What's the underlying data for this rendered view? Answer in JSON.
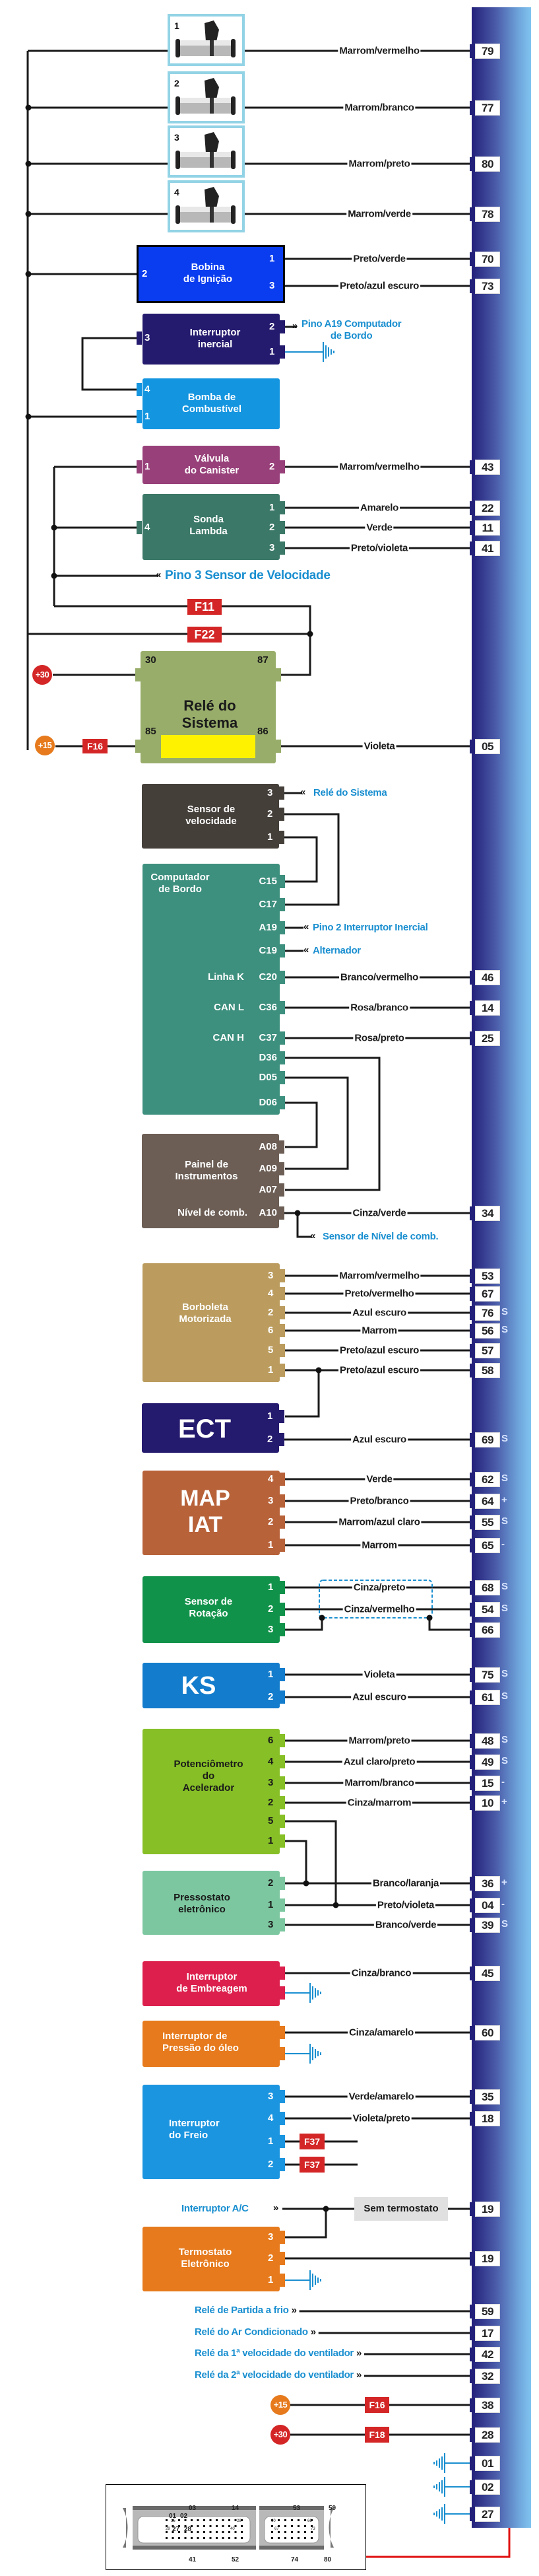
{
  "title": "Diagrama elétrico do sistema de injeção",
  "ecu_bar_color": {
    "dark": "#23207a",
    "light": "#80c4f0"
  },
  "injectors": [
    {
      "num": "1",
      "wire": "Marrom/vermelho",
      "pin": "79"
    },
    {
      "num": "2",
      "wire": "Marrom/branco",
      "pin": "77"
    },
    {
      "num": "3",
      "wire": "Marrom/preto",
      "pin": "80"
    },
    {
      "num": "4",
      "wire": "Marrom/verde",
      "pin": "78"
    }
  ],
  "blocks": {
    "bobina": {
      "title": "Bobina\nde Ignição",
      "color": "#0a3cf0",
      "pins": [
        "1",
        "2",
        "3"
      ],
      "wires": [
        {
          "pin": "1",
          "label": "Preto/verde",
          "ecu": "70"
        },
        {
          "pin": "3",
          "label": "Preto/azul escuro",
          "ecu": "73"
        }
      ]
    },
    "inercial": {
      "title": "Interruptor\ninercial",
      "color": "#241a6e",
      "pins": [
        "2",
        "3",
        "1"
      ],
      "note": "Pino A19 Computador\nde Bordo"
    },
    "bomba": {
      "title": "Bomba de\nCombustível",
      "color": "#1495e0",
      "pins": [
        "4",
        "1"
      ]
    },
    "canister": {
      "title": "Válvula\ndo Canister",
      "color": "#98407a",
      "pins": [
        "1",
        "2"
      ],
      "wires": [
        {
          "pin": "2",
          "label": "Marrom/vermelho",
          "ecu": "43"
        }
      ]
    },
    "sonda": {
      "title": "Sonda\nLambda",
      "color": "#3b7868",
      "pins": [
        "1",
        "4",
        "2",
        "3"
      ],
      "wires": [
        {
          "pin": "1",
          "label": "Amarelo",
          "ecu": "22"
        },
        {
          "pin": "2",
          "label": "Verde",
          "ecu": "11"
        },
        {
          "pin": "3",
          "label": "Preto/violeta",
          "ecu": "41"
        }
      ]
    },
    "rele": {
      "title": "Relé do\nSistema",
      "color": "#98ad6a",
      "pins": [
        "30",
        "87",
        "85",
        "86"
      ],
      "wires": [
        {
          "pin": "86",
          "label": "Violeta",
          "ecu": "05"
        }
      ]
    },
    "velocidade": {
      "title": "Sensor de\nvelocidade",
      "color": "#453f3a",
      "pins": [
        "3",
        "2",
        "1"
      ],
      "note": "Relé do Sistema"
    },
    "computador": {
      "title": "Computador\nde Bordo",
      "color": "#3d8f7e",
      "pins": [
        "C15",
        "C17",
        "A19",
        "C19",
        "C20",
        "C36",
        "C37",
        "D36",
        "D05",
        "D06"
      ],
      "pin_labels": {
        "C20": "Linha K",
        "C36": "CAN L",
        "C37": "CAN H"
      },
      "notes": {
        "A19": "Pino 2 Interruptor Inercial",
        "C19": "Alternador"
      },
      "wires": [
        {
          "pin": "C20",
          "label": "Branco/vermelho",
          "ecu": "46"
        },
        {
          "pin": "C36",
          "label": "Rosa/branco",
          "ecu": "14"
        },
        {
          "pin": "C37",
          "label": "Rosa/preto",
          "ecu": "25"
        }
      ]
    },
    "painel": {
      "title": "Painel de\nInstrumentos",
      "color": "#6c5e55",
      "pins": [
        "A08",
        "A09",
        "A07",
        "A10"
      ],
      "pin_labels": {
        "A10": "Nível de comb."
      },
      "note": "Sensor de Nível de comb.",
      "wires": [
        {
          "pin": "A10",
          "label": "Cinza/verde",
          "ecu": "34"
        }
      ]
    },
    "borboleta": {
      "title": "Borboleta\nMotorizada",
      "color": "#bb9c5e",
      "pins": [
        "3",
        "4",
        "2",
        "6",
        "5",
        "1"
      ],
      "wires": [
        {
          "pin": "3",
          "label": "Marrom/vermelho",
          "ecu": "53",
          "mark": ""
        },
        {
          "pin": "4",
          "label": "Preto/vermelho",
          "ecu": "67",
          "mark": ""
        },
        {
          "pin": "2",
          "label": "Azul escuro",
          "ecu": "76",
          "mark": "S"
        },
        {
          "pin": "6",
          "label": "Marrom",
          "ecu": "56",
          "mark": "S"
        },
        {
          "pin": "5",
          "label": "Preto/azul escuro",
          "ecu": "57",
          "mark": ""
        },
        {
          "pin": "1",
          "label": "Preto/azul escuro",
          "ecu": "58",
          "mark": ""
        }
      ]
    },
    "ect": {
      "title": "ECT",
      "color": "#241a6e",
      "pins": [
        "1",
        "2"
      ],
      "wires": [
        {
          "pin": "2",
          "label": "Azul escuro",
          "ecu": "69",
          "mark": "S"
        }
      ]
    },
    "map": {
      "title": "MAP\nIAT",
      "color": "#b8623a",
      "pins": [
        "4",
        "3",
        "2",
        "1"
      ],
      "wires": [
        {
          "pin": "4",
          "label": "Verde",
          "ecu": "62",
          "mark": "S"
        },
        {
          "pin": "3",
          "label": "Preto/branco",
          "ecu": "64",
          "mark": "+"
        },
        {
          "pin": "2",
          "label": "Marrom/azul claro",
          "ecu": "55",
          "mark": "S"
        },
        {
          "pin": "1",
          "label": "Marrom",
          "ecu": "65",
          "mark": "-"
        }
      ]
    },
    "rotacao": {
      "title": "Sensor de\nRotação",
      "color": "#11924a",
      "pins": [
        "1",
        "2",
        "3"
      ],
      "wires": [
        {
          "pin": "1",
          "label": "Cinza/preto",
          "ecu": "68",
          "mark": "S"
        },
        {
          "pin": "2",
          "label": "Cinza/vermelho",
          "ecu": "54",
          "mark": "S"
        },
        {
          "pin": "3",
          "label": "",
          "ecu": "66",
          "mark": ""
        }
      ]
    },
    "ks": {
      "title": "KS",
      "color": "#137ccc",
      "pins": [
        "1",
        "2"
      ],
      "wires": [
        {
          "pin": "1",
          "label": "Violeta",
          "ecu": "75",
          "mark": "S"
        },
        {
          "pin": "2",
          "label": "Azul escuro",
          "ecu": "61",
          "mark": "S"
        }
      ]
    },
    "potenciometro": {
      "title": "Potenciômetro\ndo\nAcelerador",
      "color": "#86bf26",
      "pins": [
        "6",
        "4",
        "3",
        "2",
        "5",
        "1"
      ],
      "wires": [
        {
          "pin": "6",
          "label": "Marrom/preto",
          "ecu": "48",
          "mark": "S"
        },
        {
          "pin": "4",
          "label": "Azul claro/preto",
          "ecu": "49",
          "mark": "S"
        },
        {
          "pin": "3",
          "label": "Marrom/branco",
          "ecu": "15",
          "mark": "-"
        },
        {
          "pin": "2",
          "label": "Cinza/marrom",
          "ecu": "10",
          "mark": "+"
        }
      ]
    },
    "pressostato": {
      "title": "Pressostato\neletrônico",
      "color": "#7cc7a0",
      "pins": [
        "2",
        "1",
        "3"
      ],
      "wires": [
        {
          "pin": "2",
          "label": "Branco/laranja",
          "ecu": "36",
          "mark": "+"
        },
        {
          "pin": "1",
          "label": "Preto/violeta",
          "ecu": "04",
          "mark": "-"
        },
        {
          "pin": "3",
          "label": "Branco/verde",
          "ecu": "39",
          "mark": "S"
        }
      ]
    },
    "embreagem": {
      "title": "Interruptor\nde Embreagem",
      "color": "#dc1f4c",
      "wires": [
        {
          "label": "Cinza/branco",
          "ecu": "45"
        }
      ]
    },
    "oleo": {
      "title": "Interruptor de\nPressão do óleo",
      "color": "#e67a1c",
      "wires": [
        {
          "label": "Cinza/amarelo",
          "ecu": "60"
        }
      ]
    },
    "freio": {
      "title": "Interruptor\ndo Freio",
      "color": "#1c95e0",
      "pins": [
        "3",
        "4",
        "1",
        "2"
      ],
      "fuses": [
        "F37",
        "F37"
      ],
      "wires": [
        {
          "pin": "3",
          "label": "Verde/amarelo",
          "ecu": "35"
        },
        {
          "pin": "4",
          "label": "Violeta/preto",
          "ecu": "18"
        }
      ]
    },
    "termostato": {
      "title": "Termostato\nEletrônico",
      "color": "#e67a1c",
      "pins": [
        "3",
        "2",
        "1"
      ],
      "ac_label": "Interruptor A/C",
      "sem_termostato": "Sem termostato",
      "wires": [
        {
          "label": "Sem termostato",
          "ecu": "19"
        },
        {
          "pin": "2",
          "label": "",
          "ecu": "19"
        }
      ]
    }
  },
  "bus_labels": {
    "pino3_velocidade": "Pino 3 Sensor de Velocidade",
    "fuse_f11": "F11",
    "fuse_f22": "F22",
    "supply_30": "+30",
    "supply_15": "+15",
    "fuse_f16": "F16"
  },
  "relays_out": [
    {
      "label": "Relé de Partida a frio",
      "ecu": "59"
    },
    {
      "label": "Relé do Ar Condicionado",
      "ecu": "17"
    },
    {
      "label": "Relé da 1ª velocidade do ventilador",
      "ecu": "42"
    },
    {
      "label": "Relé da 2ª velocidade do ventilador",
      "ecu": "32"
    }
  ],
  "power_in": [
    {
      "supply": "+15",
      "fuse": "F16",
      "ecu": "38",
      "color": "#e67a1c"
    },
    {
      "supply": "+30",
      "fuse": "F18",
      "ecu": "28",
      "color": "#d42626"
    }
  ],
  "grounds": [
    "01",
    "02",
    "27"
  ],
  "connector": {
    "outer_labels": [
      "03",
      "14",
      "01",
      "02",
      "27",
      "28",
      "41",
      "52",
      "53",
      "59",
      "74",
      "80"
    ],
    "inner_labels": [
      "15",
      "28",
      "29",
      "40",
      "60",
      "66",
      "67",
      "73"
    ]
  }
}
